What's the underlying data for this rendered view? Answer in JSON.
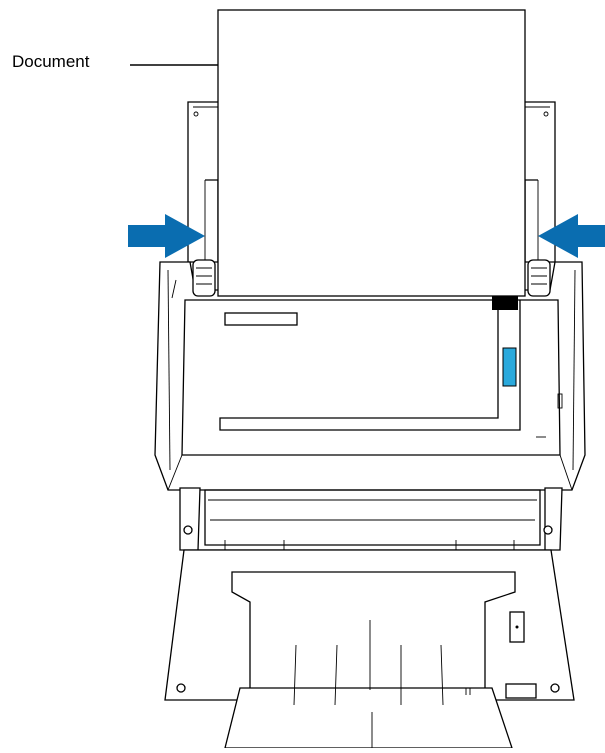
{
  "diagram": {
    "callout": {
      "label": "Document",
      "target": "document-sheet"
    },
    "colors": {
      "arrow": "#0a6db0",
      "indicator": "#2aa9dc",
      "outline": "#000000",
      "fill": "#ffffff"
    },
    "icons": [
      "guide-push-arrow-left",
      "guide-push-arrow-right"
    ]
  }
}
